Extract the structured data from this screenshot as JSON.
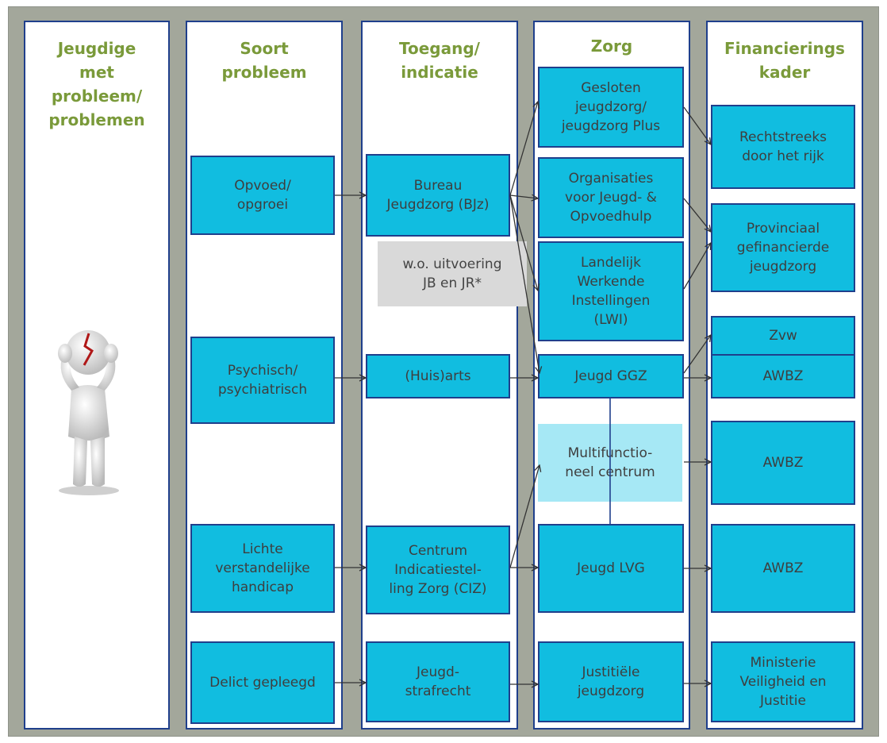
{
  "columns": {
    "jeugdige": "Jeugdige\nmet\nprobleem/\nproblemen",
    "soort": "Soort\nprobleem",
    "toegang": "Toegang/\nindicatie",
    "zorg": "Zorg",
    "financiering": "Financierings\nkader"
  },
  "problems": {
    "opvoed": "Opvoed/\nopgroei",
    "psychisch": "Psychisch/\npsychiatrisch",
    "lvg": "Lichte\nverstandelijke\nhandicap",
    "delict": "Delict gepleegd"
  },
  "access": {
    "bjz": "Bureau\nJeugdzorg (BJz)",
    "note": "w.o. uitvoering\nJB en JR*",
    "huisarts": "(Huis)arts",
    "ciz": "Centrum\nIndicatiestel-\nling Zorg (CIZ)",
    "strafrecht": "Jeugd-\nstrafrecht"
  },
  "care": {
    "gesloten": "Gesloten\njeugdzorg/\njeugdzorg Plus",
    "organisaties": "Organisaties\nvoor Jeugd- &\nOpvoedhulp",
    "lwi": "Landelijk\nWerkende\nInstellingen\n(LWI)",
    "ggz": "Jeugd GGZ",
    "mfc": "Multifunctio-\nneel centrum",
    "lvg": "Jeugd LVG",
    "justitie": "Justitiële\njeugdzorg"
  },
  "funding": {
    "rijk": "Rechtstreeks\ndoor het rijk",
    "provinciaal": "Provinciaal\ngefinancierde\njeugdzorg",
    "zvw": "Zvw",
    "awbz1": "AWBZ",
    "awbz2": "AWBZ",
    "awbz3": "AWBZ",
    "ministerie": "Ministerie\nVeiligheid en\nJustitie"
  },
  "colors": {
    "box": "#11bde0",
    "box_border": "#1f3f8c",
    "highlight": "#a6e8f5",
    "header": "#7a9a3a",
    "frame": "#a3a79b",
    "note": "#d9d9d9"
  }
}
